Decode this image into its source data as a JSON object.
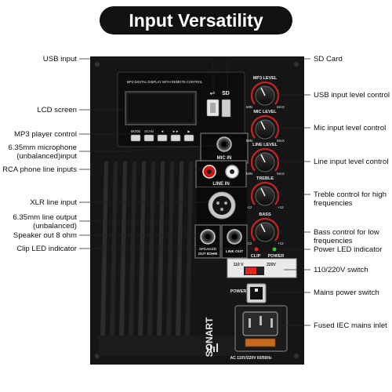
{
  "title": "Input Versatility",
  "left_labels": {
    "usb_input": "USB input",
    "lcd_screen": "LCD screen",
    "mp3_control": "MP3 player control",
    "mic_input_l1": "6.35mm microphone",
    "mic_input_l2": "(unbalanced)input",
    "rca_inputs": "RCA phone line inputs",
    "xlr_input": "XLR line input",
    "line_output_l1": "6.35mm line output",
    "line_output_l2": "(unbalanced)",
    "speaker_out": "Speaker out 8 ohm",
    "clip_led": "Clip LED indicator"
  },
  "right_labels": {
    "sd_card": "SD Card",
    "usb_level": "USB input level control",
    "mic_level": "Mic input level control",
    "line_level": "Line input level control",
    "treble_l1": "Treble control for high",
    "treble_l2": "frequencies",
    "bass_l1": "Bass control for low",
    "bass_l2": "frequencies",
    "power_led": "Power LED indicator",
    "voltage_switch": "110/220V switch",
    "mains_switch": "Mains power switch",
    "iec_inlet": "Fused IEC mains inlet"
  },
  "panel": {
    "mp3_header": "MP3 DIGITAL DISPLAY WITH REMOTE CONTROL",
    "mp3_buttons": [
      "MODE",
      "SCAN",
      "◄",
      "►►",
      "▶"
    ],
    "mic_in": "MIC IN",
    "line_in": "LINE IN",
    "speaker_out_l1": "SPEAKER",
    "speaker_out_l2": "OUT 8OHM",
    "line_out": "LINE OUT",
    "mp3_level": "MP3 LEVEL",
    "mic_level": "MIC LEVEL",
    "line_level": "LINE LEVEL",
    "treble": "TREBLE",
    "bass": "BASS",
    "min": "MIN",
    "max": "MAX",
    "minus12": "-12",
    "plus12": "+12",
    "clip": "CLIP",
    "power_led": "POWER",
    "v110": "110 V",
    "v220": "220V",
    "power_switch": "POWER",
    "brand": "SONART",
    "ac_rating": "AC 110V/220V 60/50Hz"
  }
}
